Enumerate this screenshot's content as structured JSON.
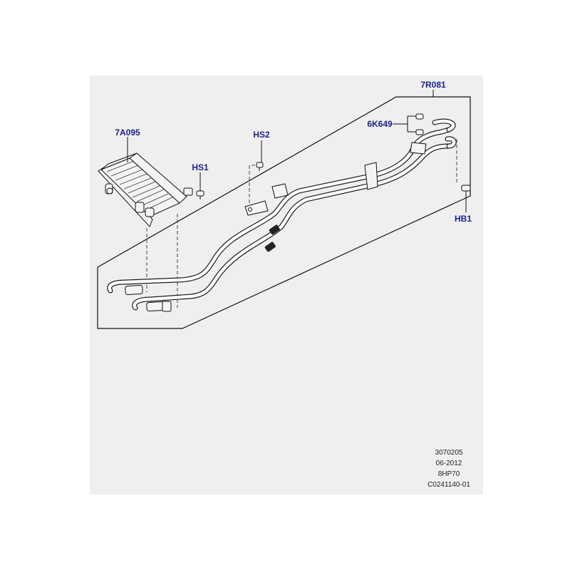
{
  "callouts": {
    "cooler": "7A095",
    "screw_hs1": "HS1",
    "screw_hs2": "HS2",
    "pipe_assembly": "7R081",
    "clips": "6K649",
    "bolt_hb1": "HB1"
  },
  "meta": {
    "ref_number": "3070205",
    "date": "06-2012",
    "model": "8HP70",
    "illustration_code": "C0241140-01"
  },
  "colors": {
    "background_panel": "#efefef",
    "callout_text": "#1a1f8a",
    "line": "#111111"
  }
}
